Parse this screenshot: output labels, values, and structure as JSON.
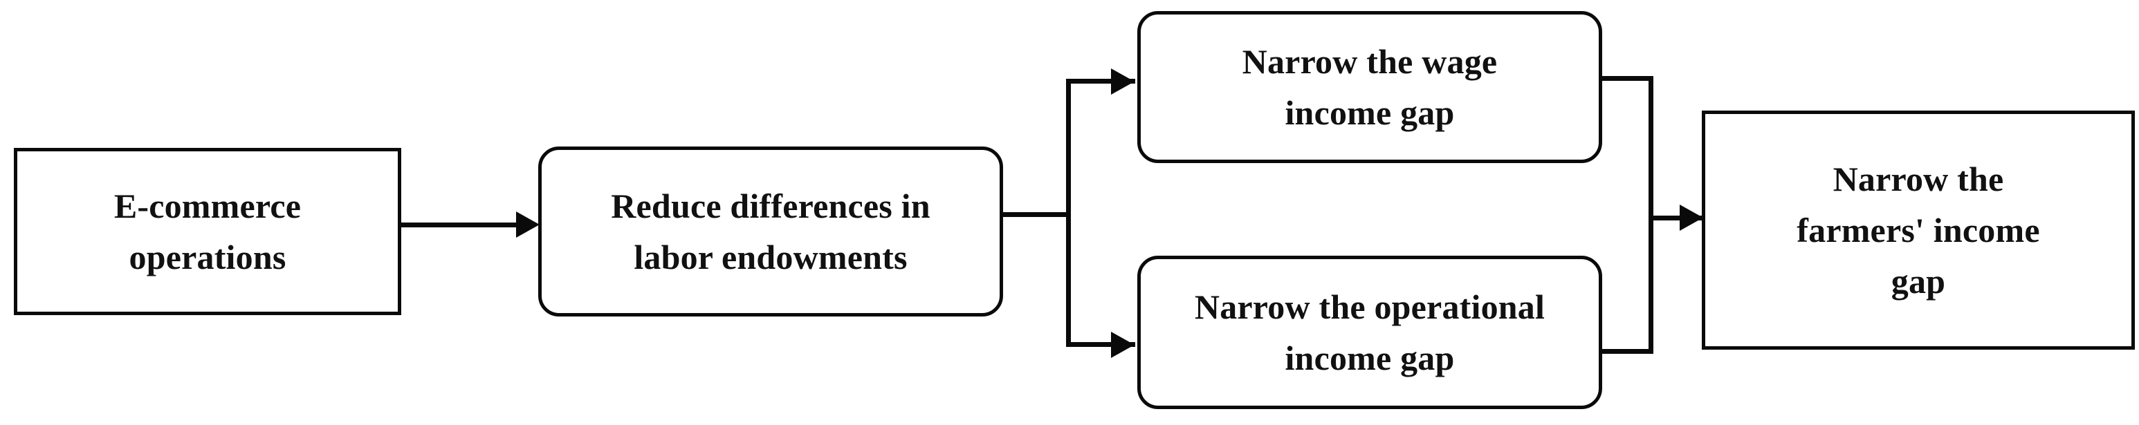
{
  "diagram": {
    "type": "flowchart",
    "orientation": "left-to-right",
    "background_color": "#ffffff",
    "line_color": "#0a0a0a",
    "text_color": "#111111",
    "nodes": [
      {
        "id": "ecommerce",
        "label": "E-commerce\noperations",
        "shape": "rectangle"
      },
      {
        "id": "reduce_differences",
        "label": "Reduce differences in\nlabor endowments",
        "shape": "rounded-rectangle"
      },
      {
        "id": "wage_gap",
        "label": "Narrow the wage\nincome gap",
        "shape": "rounded-rectangle"
      },
      {
        "id": "operational_gap",
        "label": "Narrow the operational\nincome gap",
        "shape": "rounded-rectangle"
      },
      {
        "id": "farmers_gap",
        "label": "Narrow the\nfarmers' income\ngap",
        "shape": "rectangle"
      }
    ],
    "edges": [
      {
        "from": "ecommerce",
        "to": "reduce_differences",
        "style": "arrow"
      },
      {
        "from": "reduce_differences",
        "to": "wage_gap",
        "style": "arrow"
      },
      {
        "from": "reduce_differences",
        "to": "operational_gap",
        "style": "arrow"
      },
      {
        "from": "wage_gap",
        "to": "farmers_gap",
        "style": "arrow"
      },
      {
        "from": "operational_gap",
        "to": "farmers_gap",
        "style": "arrow"
      }
    ]
  }
}
